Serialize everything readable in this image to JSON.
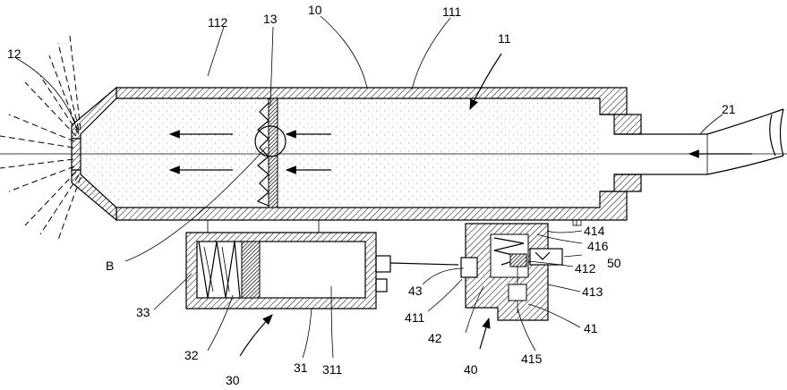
{
  "labels": {
    "l12": "12",
    "l112": "112",
    "l13": "13",
    "l10": "10",
    "l111": "111",
    "l11": "11",
    "l21": "21",
    "l414": "414",
    "l416": "416",
    "l50": "50",
    "l412": "412",
    "l413": "413",
    "l41": "41",
    "l415": "415",
    "l40": "40",
    "l42": "42",
    "l411": "411",
    "l43": "43",
    "lB": "B",
    "l33": "33",
    "l32": "32",
    "l30": "30",
    "l31": "31",
    "l311": "311"
  }
}
